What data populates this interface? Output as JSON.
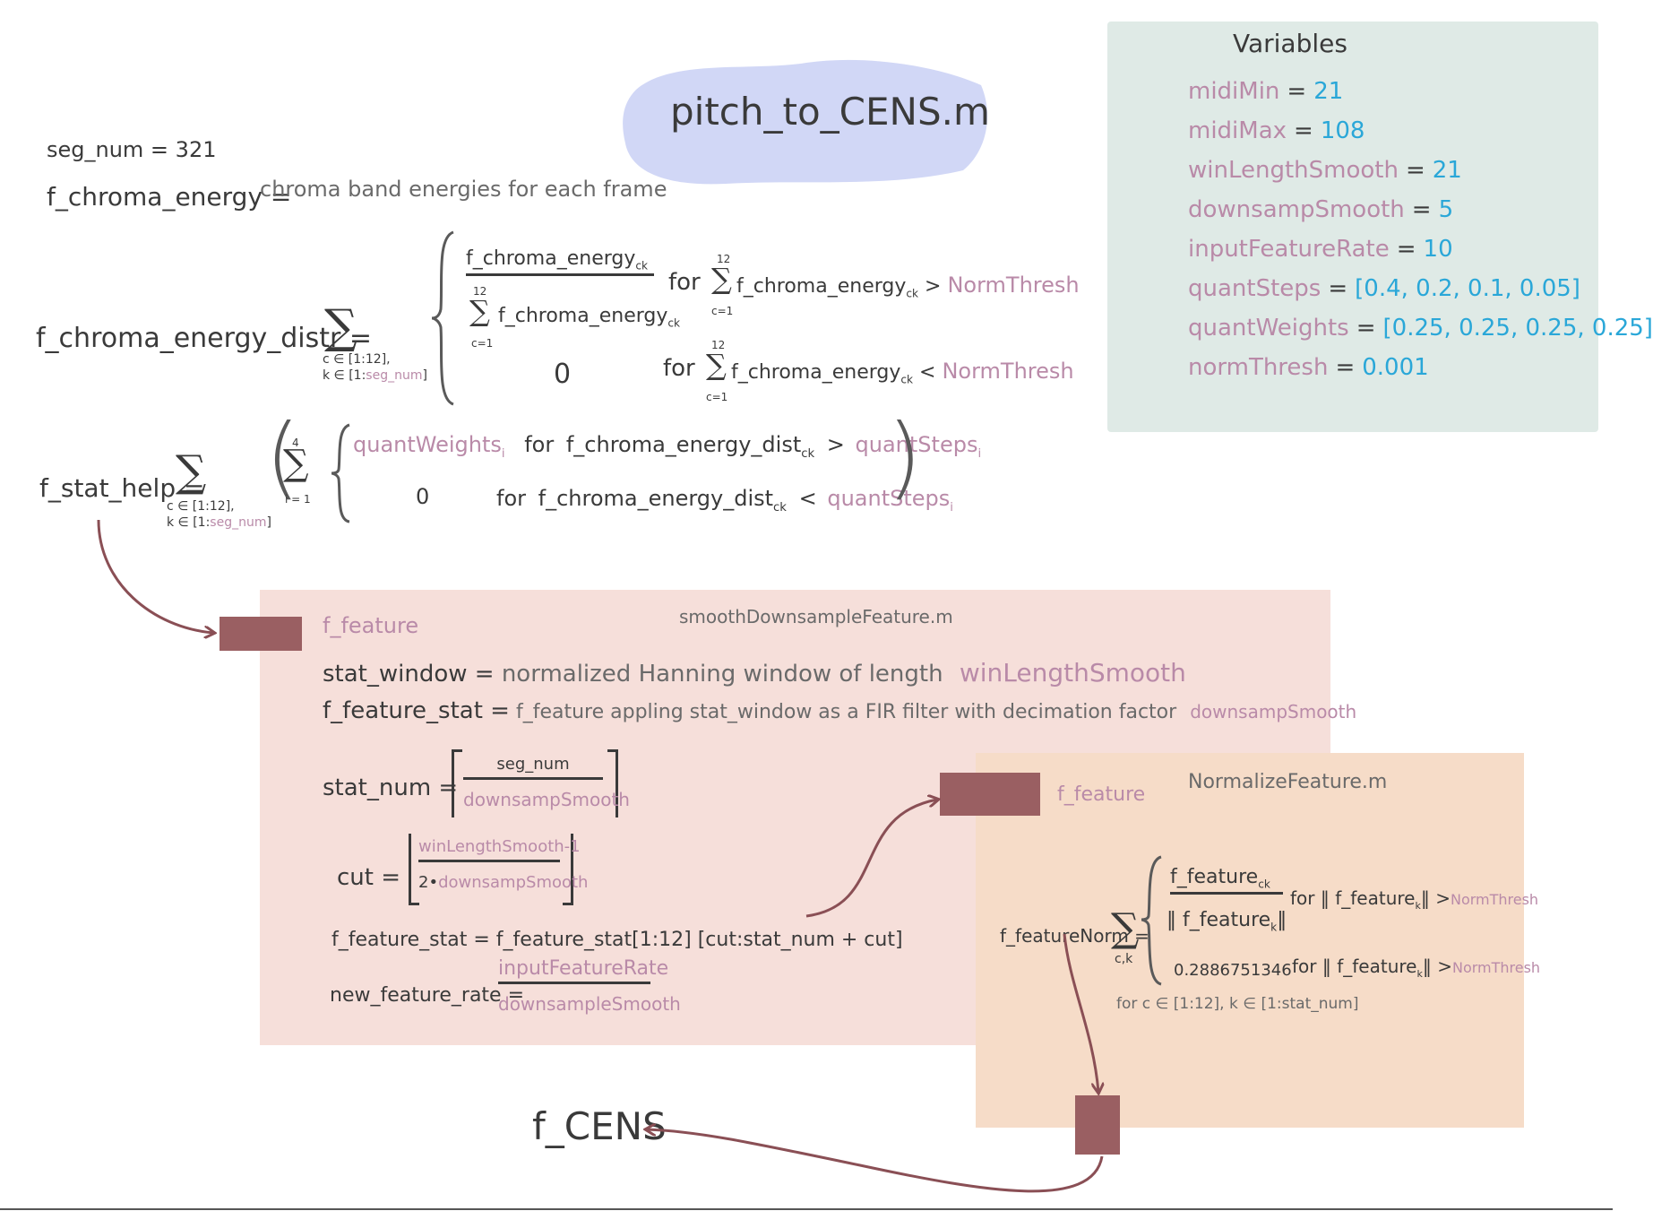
{
  "title": "pitch_to_CENS.m",
  "seg_num_line": "seg_num = 321",
  "f_chroma_energy": {
    "lhs": "f_chroma_energy =",
    "desc": "chroma band energies for each frame"
  },
  "distr": {
    "lhs": "f_chroma_energy_distr =",
    "sum_sub1": "c ∈ [1:12],",
    "sum_sub2_prefix": "k ∈ [1:",
    "sum_sub2_var": "seg_num",
    "sum_sub2_suffix": "]",
    "case1_num": "f_chroma_energy",
    "case1_num_sub": "ck",
    "case1_den": "f_chroma_energy",
    "case1_den_sub": "ck",
    "sum_top": "12",
    "sum_bottom": "c=1",
    "for1": "for",
    "case1_cond": "f_chroma_energy",
    "case1_cond_sub": "ck",
    "gt": ">",
    "thresh": "NormThresh",
    "case2_val": "0",
    "for2": "for",
    "case2_cond": "f_chroma_energy",
    "case2_cond_sub": "ck",
    "lt": "<"
  },
  "stat_help": {
    "lhs": "f_stat_help =",
    "sum_sub1": "c ∈ [1:12],",
    "sum_sub2_prefix": "k ∈ [1:",
    "sum_sub2_var": "seg_num",
    "sum_sub2_suffix": "]",
    "inner_top": "4",
    "inner_bottom": "i = 1",
    "case1_val": "quantWeights",
    "case1_val_sub": "i",
    "for": "for",
    "cond": "f_chroma_energy_dist",
    "cond_sub": "ck",
    "gt": ">",
    "lt": "<",
    "steps": "quantSteps",
    "steps_sub": "i",
    "case2_val": "0"
  },
  "variables": {
    "heading": "Variables",
    "rows": [
      {
        "name": "midiMin",
        "eq": "=",
        "value": "21"
      },
      {
        "name": "midiMax",
        "eq": "=",
        "value": "108"
      },
      {
        "name": "winLengthSmooth",
        "eq": "=",
        "value": "21"
      },
      {
        "name": "downsampSmooth",
        "eq": "=",
        "value": "5"
      },
      {
        "name": "inputFeatureRate",
        "eq": "=",
        "value": "10"
      },
      {
        "name": "quantSteps",
        "eq": "=",
        "value": "[0.4,  0.2,  0.1,  0.05]"
      },
      {
        "name": "quantWeights",
        "eq": "=",
        "value": "[0.25, 0.25, 0.25, 0.25]"
      },
      {
        "name": "normThresh",
        "eq": "=",
        "value": "0.001"
      }
    ]
  },
  "smooth": {
    "input_label": "f_feature",
    "file": "smoothDownsampleFeature.m",
    "stat_window_lhs": "stat_window =",
    "stat_window_rhs": "normalized  Hanning  window of length",
    "stat_window_var": "winLengthSmooth",
    "feature_stat_lhs": "f_feature_stat =",
    "feature_stat_rhs": "f_feature  appling  stat_window  as a  FIR filter  with  decimation  factor",
    "feature_stat_var": "downsampSmooth",
    "stat_num_lhs": "stat_num =",
    "stat_num_num": "seg_num",
    "stat_num_den": "downsampSmooth",
    "cut_lhs": "cut =",
    "cut_num": "winLengthSmooth-1",
    "cut_den_prefix": "2•",
    "cut_den_var": "downsampSmooth",
    "feature_stat2": "f_feature_stat = f_feature_stat[1:12] [cut:stat_num + cut]",
    "rate_lhs": "new_feature_rate =",
    "rate_num": "inputFeatureRate",
    "rate_den": "downsampleSmooth"
  },
  "normalize": {
    "input_label": "f_feature",
    "file": "NormalizeFeature.m",
    "lhs": "f_featureNorm =",
    "sum_sub": "c,k",
    "case1_num": "f_feature",
    "case1_num_sub": "ck",
    "case1_den": "‖ f_feature",
    "case1_den_sub": "k",
    "case1_den_end": "‖",
    "for1": "for ‖ f_feature",
    "for1_sub": "k",
    "for1_end": "‖ >",
    "thresh": "NormThresh",
    "case2_val": "0.2886751346",
    "for2": "for ‖ f_feature",
    "for2_sub": "k",
    "for2_end": "‖ >",
    "domain": "for  c ∈ [1:12], k ∈ [1:stat_num]"
  },
  "output": "f_CENS",
  "colors": {
    "vars_panel": "#dfeae6",
    "smooth_panel": "#f6dfda",
    "norm_panel": "#f6dcc8",
    "block": "#9a5f62",
    "pink_text": "#b98aa8",
    "blue_value": "#2aa7d8",
    "title_blob": "#c9d0f4"
  }
}
